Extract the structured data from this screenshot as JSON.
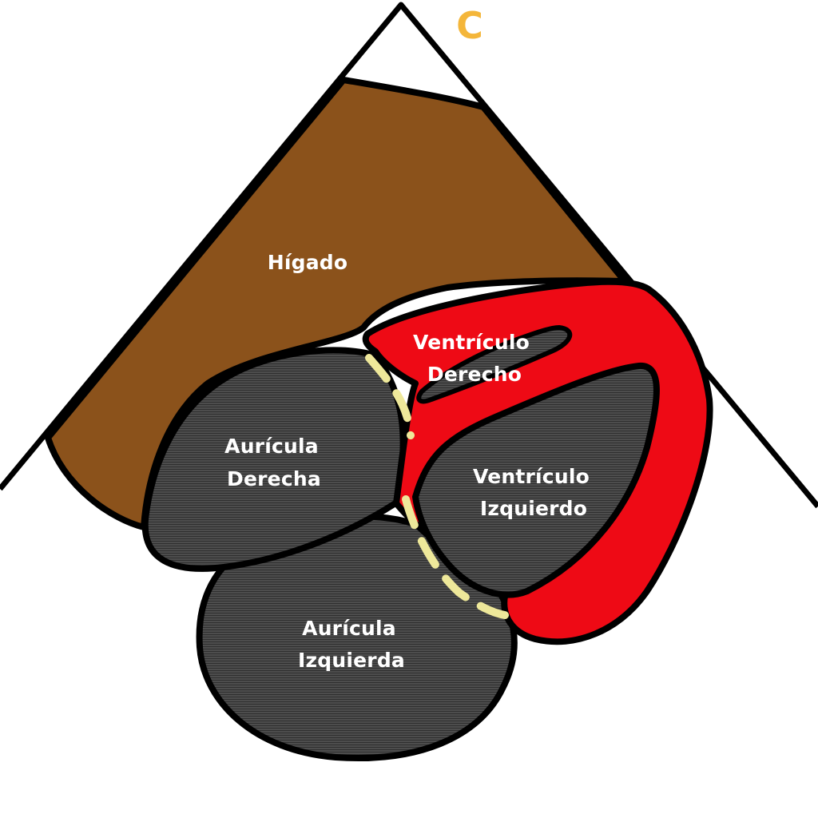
{
  "diagram": {
    "labels": {
      "liver": "Hígado",
      "right_ventricle_1": "Ventrículo",
      "right_ventricle_2": "Derecho",
      "right_atrium_1": "Aurícula",
      "right_atrium_2": "Derecha",
      "left_ventricle_1": "Ventrículo",
      "left_ventricle_2": "Izquierdo",
      "left_atrium_1": "Aurícula",
      "left_atrium_2": "Izquierda"
    },
    "marker_letter": "C",
    "colors": {
      "background": "#ffffff",
      "outline": "#000000",
      "liver": "#8B521B",
      "myocardium": "#EE0A15",
      "chamber": "#4A4A4A",
      "septum_dash": "#EEE89A",
      "marker": "#F4B63A",
      "label_text": "#ffffff"
    }
  }
}
